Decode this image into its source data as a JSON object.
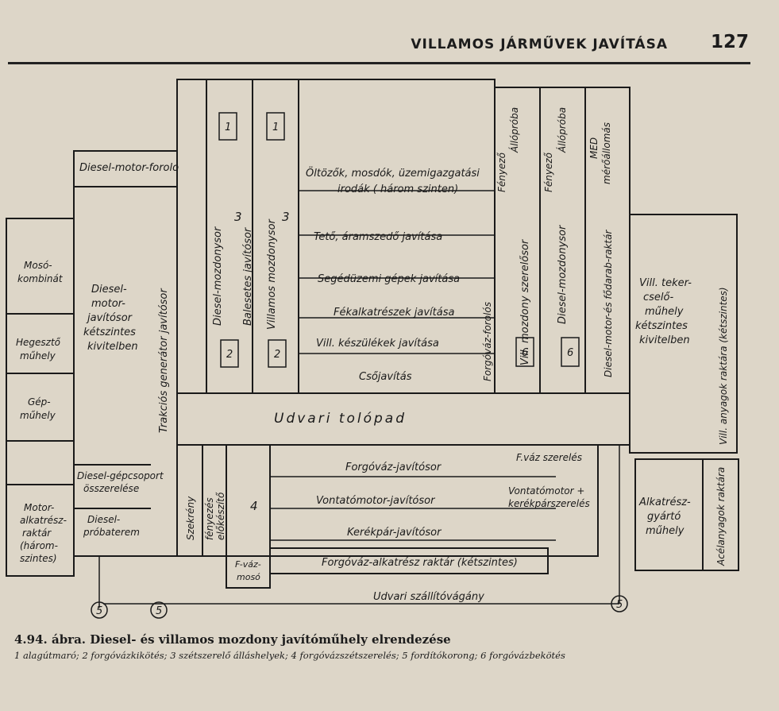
{
  "header": {
    "running_head": "VILLAMOS JÁRMŰVEK JAVÍTÁSA",
    "page_number": "127"
  },
  "diagram": {
    "diesel_motor_forolo": "Diesel-motor-forolo",
    "oltozok": "Öltözők, mosdók, üzemigazgatási",
    "irodak": "irodák ( három szinten)",
    "teto": "Tető, áramszedő javítása",
    "segeduzemi": "Segédüzemi gépek javítása",
    "fekalkatreszek": "Fékalkatrészek javítása",
    "vill_keszulekek": "Vill. készülékek javítása",
    "csojavitas": "Csőjavítás",
    "udvari_tolopad": "Udvari tolópad",
    "forgovaz_javitosor": "Forgóváz-javítósor",
    "fvaz_szereles": "F.váz szerelés",
    "vontatomotor_javitosor": "Vontatómotor-javítósor",
    "vontatomotor_kerekpar": [
      "Vontatómotor +",
      "kerékpárszerelés"
    ],
    "kerekpar_javitosor": "Kerékpár-javítósor",
    "forgovaz_alkatresz": "Forgóváz-alkatrész raktár (kétszintes)",
    "fvaz_moso": [
      "F-váz-",
      "mosó"
    ],
    "udvari_szallitovagany": "Udvari szállítóvágány",
    "mosokombinat": [
      "Mosó-",
      "kombinát"
    ],
    "hegeszto": [
      "Hegesztő",
      "műhely"
    ],
    "gep_muhely": [
      "Gép-",
      "műhely"
    ],
    "motor_alkatresz_raktar": [
      "Motor-",
      "alkatrész-",
      "raktár",
      "(három-",
      "szintes)"
    ],
    "diesel_motor_javitosor": [
      "Diesel-",
      "motor-",
      "javítósor",
      "kétszintes",
      "kivitelben"
    ],
    "diesel_gepcsoport": [
      "Diesel-gépcsoport",
      "összerelése"
    ],
    "diesel_probaterem": [
      "Diesel-",
      "próbaterem"
    ],
    "trakcios": "Trakciós generátor javítósor",
    "diesel_mozdonysor_left": "Diesel-mozdonysor",
    "balesetes": "Balesetes javítósor",
    "villamos_mozdonysor": "Villamos mozdonysor",
    "forgovaz_forolos": "Forgóváz-forolós",
    "vill_mozdony_szerelosor": "Vill. mozdony szerelősor",
    "diesel_mozdonysor_right": "Diesel-mozdonysor",
    "diesel_motor_fodarab": "Diesel-motor-és fődarab-raktár",
    "vill_anyagok": "Vill. anyagok raktára (kétszintes)",
    "fenyezo1": "Fényező",
    "allo_proba1": "Állópróba",
    "fenyezo2": "Fényező",
    "allo_proba2": "Állópróba",
    "med": [
      "MED",
      "mérőállomás"
    ],
    "vill_tekercselo": [
      "Vill. teker-",
      "cselő-",
      "műhely",
      "kétszintes",
      "kivitelben"
    ],
    "alkatresz_gyarto": [
      "Alkatrész-",
      "gyártó",
      "műhely"
    ],
    "acelanyagok": "Acélanyagok raktára",
    "szekreny": "Szekrény",
    "fenyezes": "fényezés",
    "elokeszito": "előkészítő",
    "num1a": "1",
    "num1b": "1",
    "num2a": "2",
    "num2b": "2",
    "num3a": "3",
    "num3b": "3",
    "num4": "4",
    "num5a": "5",
    "num5b": "5",
    "num5c": "5",
    "num6a": "6",
    "num6b": "6"
  },
  "caption": {
    "title": "4.94. ábra. Diesel- és villamos mozdony javítóműhely elrendezése",
    "legend": "1 alagútmaró; 2 forgóvázkiköt­és; 3 szétszerelő álláshelyek; 4 forgóvázszétszerelés; 5 fordítókorong; 6 forgóvázbekötés"
  }
}
